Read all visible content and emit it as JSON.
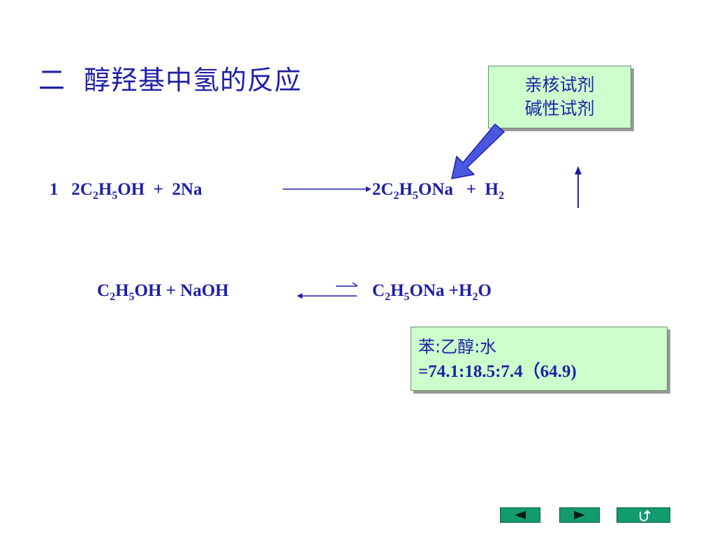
{
  "title": {
    "number": "二",
    "text": "醇羟基中氢的反应"
  },
  "note_reagent": {
    "line1": "亲核试剂",
    "line2": "碱性试剂"
  },
  "reaction1": {
    "label": "1",
    "coef1": "2C",
    "h": "H",
    "oh": "OH  +  2Na",
    "product_coef": "2C",
    "product_h": "H",
    "product_tail": "ONa   +  H",
    "sub2": "2",
    "sub5": "5"
  },
  "reaction2": {
    "c": "C",
    "h": "H",
    "lhs_tail": "OH + NaOH",
    "rhs_tail": "ONa +H",
    "o": "O",
    "sub2": "2",
    "sub5": "5"
  },
  "note_ratio": {
    "line1": "苯:乙醇:水",
    "line2": "=74.1:18.5:7.4（64.9)"
  },
  "nav": {
    "prev_icon": "triangle-left",
    "next_icon": "triangle-right",
    "return_icon": "return-arrow"
  },
  "colors": {
    "text": "#1f1fa8",
    "note_bg": "#ccffcc",
    "arrow_fill": "#4a57e0",
    "nav_bg": "#129b6e"
  }
}
